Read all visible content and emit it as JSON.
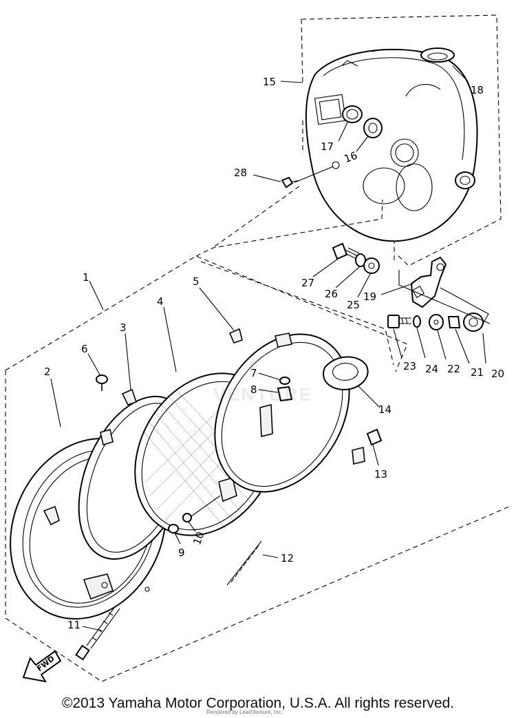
{
  "callouts": [
    {
      "id": "1",
      "text": "1"
    },
    {
      "id": "2",
      "text": "2"
    },
    {
      "id": "3",
      "text": "3"
    },
    {
      "id": "4",
      "text": "4"
    },
    {
      "id": "5",
      "text": "5"
    },
    {
      "id": "6",
      "text": "6"
    },
    {
      "id": "7",
      "text": "7"
    },
    {
      "id": "8",
      "text": "8"
    },
    {
      "id": "9",
      "text": "9"
    },
    {
      "id": "10",
      "text": "10"
    },
    {
      "id": "11",
      "text": "11"
    },
    {
      "id": "12",
      "text": "12"
    },
    {
      "id": "13",
      "text": "13"
    },
    {
      "id": "14",
      "text": "14"
    },
    {
      "id": "15",
      "text": "15"
    },
    {
      "id": "16",
      "text": "16"
    },
    {
      "id": "17",
      "text": "17"
    },
    {
      "id": "18",
      "text": "18"
    },
    {
      "id": "19",
      "text": "19"
    },
    {
      "id": "20",
      "text": "20"
    },
    {
      "id": "21",
      "text": "21"
    },
    {
      "id": "22",
      "text": "22"
    },
    {
      "id": "23",
      "text": "23"
    },
    {
      "id": "24",
      "text": "24"
    },
    {
      "id": "25",
      "text": "25"
    },
    {
      "id": "26",
      "text": "26"
    },
    {
      "id": "27",
      "text": "27"
    },
    {
      "id": "28",
      "text": "28"
    }
  ],
  "fwd_label": "FWD",
  "watermark": "VENTURE",
  "copyright": "©2013 Yamaha Motor Corporation, U.S.A. All rights reserved.",
  "subnote": "Rendered by LeadVenture, Inc."
}
